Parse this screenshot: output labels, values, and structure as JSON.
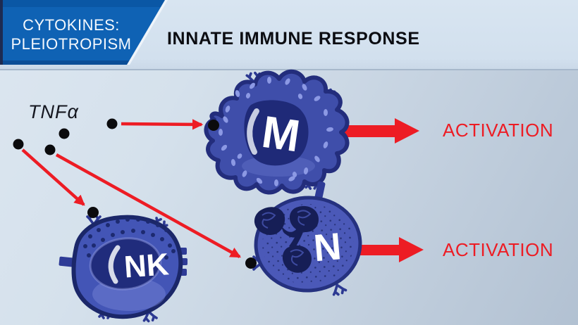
{
  "slide": {
    "badge": {
      "line1": "CYTOKINES:",
      "line2": "PLEIOTROPISM"
    },
    "title": "INNATE IMMUNE RESPONSE"
  },
  "diagram": {
    "cytokine_label": "TNFα",
    "cells": {
      "macrophage": {
        "letter": "M"
      },
      "nk": {
        "letter": "NK"
      },
      "neutrophil": {
        "letter": "N"
      }
    },
    "results": {
      "top": "ACTIVATION",
      "bottom": "ACTIVATION"
    }
  },
  "colors": {
    "badge_blue": "#0f62b4",
    "arrow_red": "#ed1c24",
    "cell_body_blue": "#4355b4",
    "nucleus_navy": "#1f2a78",
    "background_top": "#d9e4ef",
    "background_bottom": "#b2c1d2"
  }
}
